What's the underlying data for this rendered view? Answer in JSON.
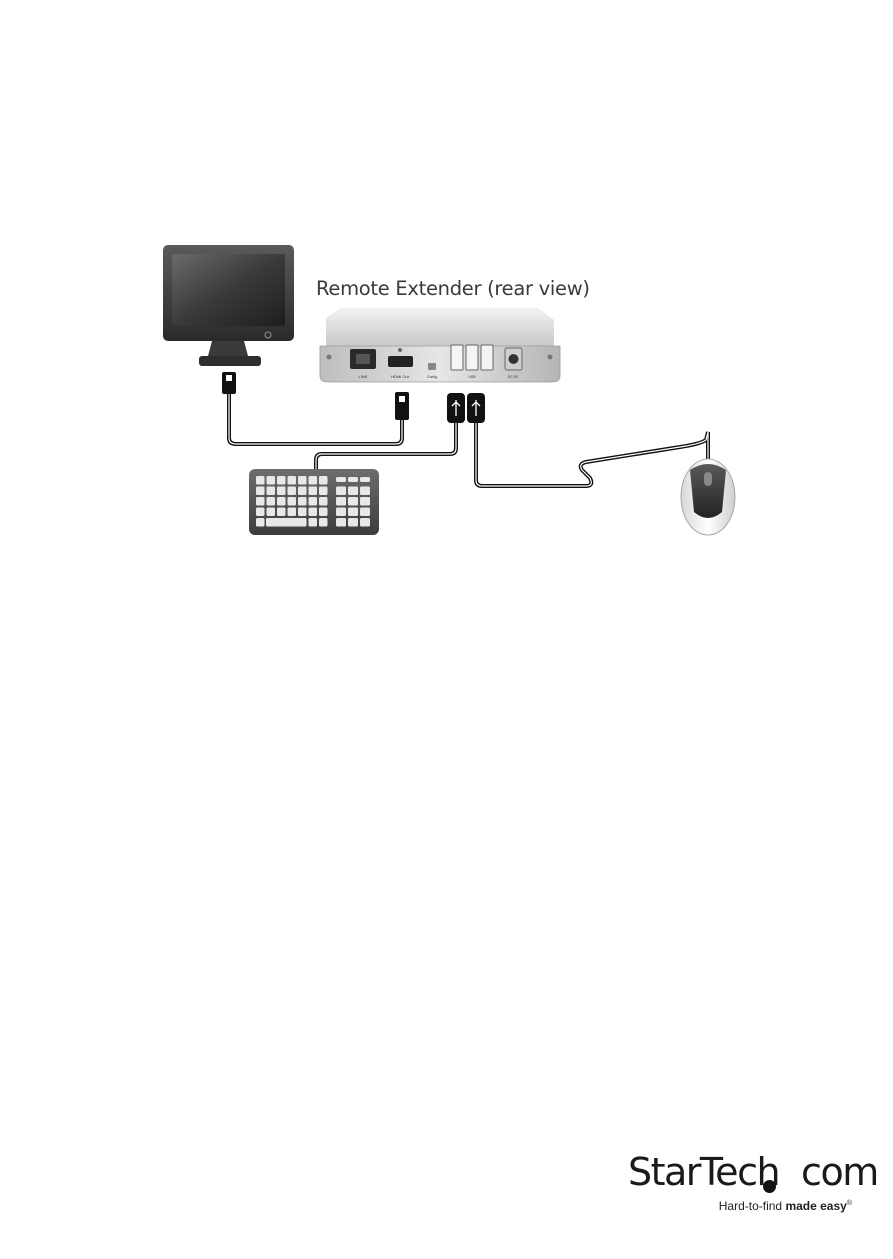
{
  "diagram": {
    "title": "Remote Extender (rear view)",
    "port_labels": [
      "LINK",
      "HDMI Out",
      "Config",
      "USB",
      "DC 5V"
    ]
  },
  "brand": {
    "name": "StarTech.com",
    "name_part1": "StarTech",
    "name_part2": "com",
    "tagline_regular": "Hard-to-find ",
    "tagline_bold": "made easy",
    "registered": "®"
  }
}
